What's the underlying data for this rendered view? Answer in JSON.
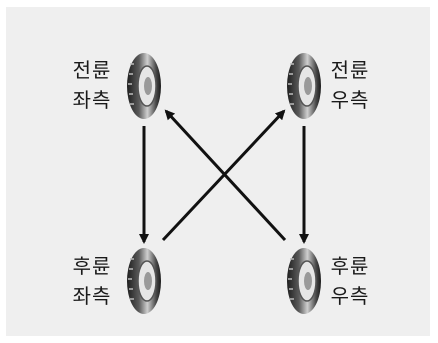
{
  "tires": {
    "front_left": {
      "line1": "전륜",
      "line2": "좌측"
    },
    "front_right": {
      "line1": "전륜",
      "line2": "우측"
    },
    "rear_left": {
      "line1": "후륜",
      "line2": "좌측"
    },
    "rear_right": {
      "line1": "후륜",
      "line2": "우측"
    }
  },
  "colors": {
    "background": "#efefef",
    "tire_dark": "#1f1f1f",
    "tire_mid": "#8a8a8a",
    "tire_light": "#d9d9d9",
    "arrow": "#111111"
  }
}
